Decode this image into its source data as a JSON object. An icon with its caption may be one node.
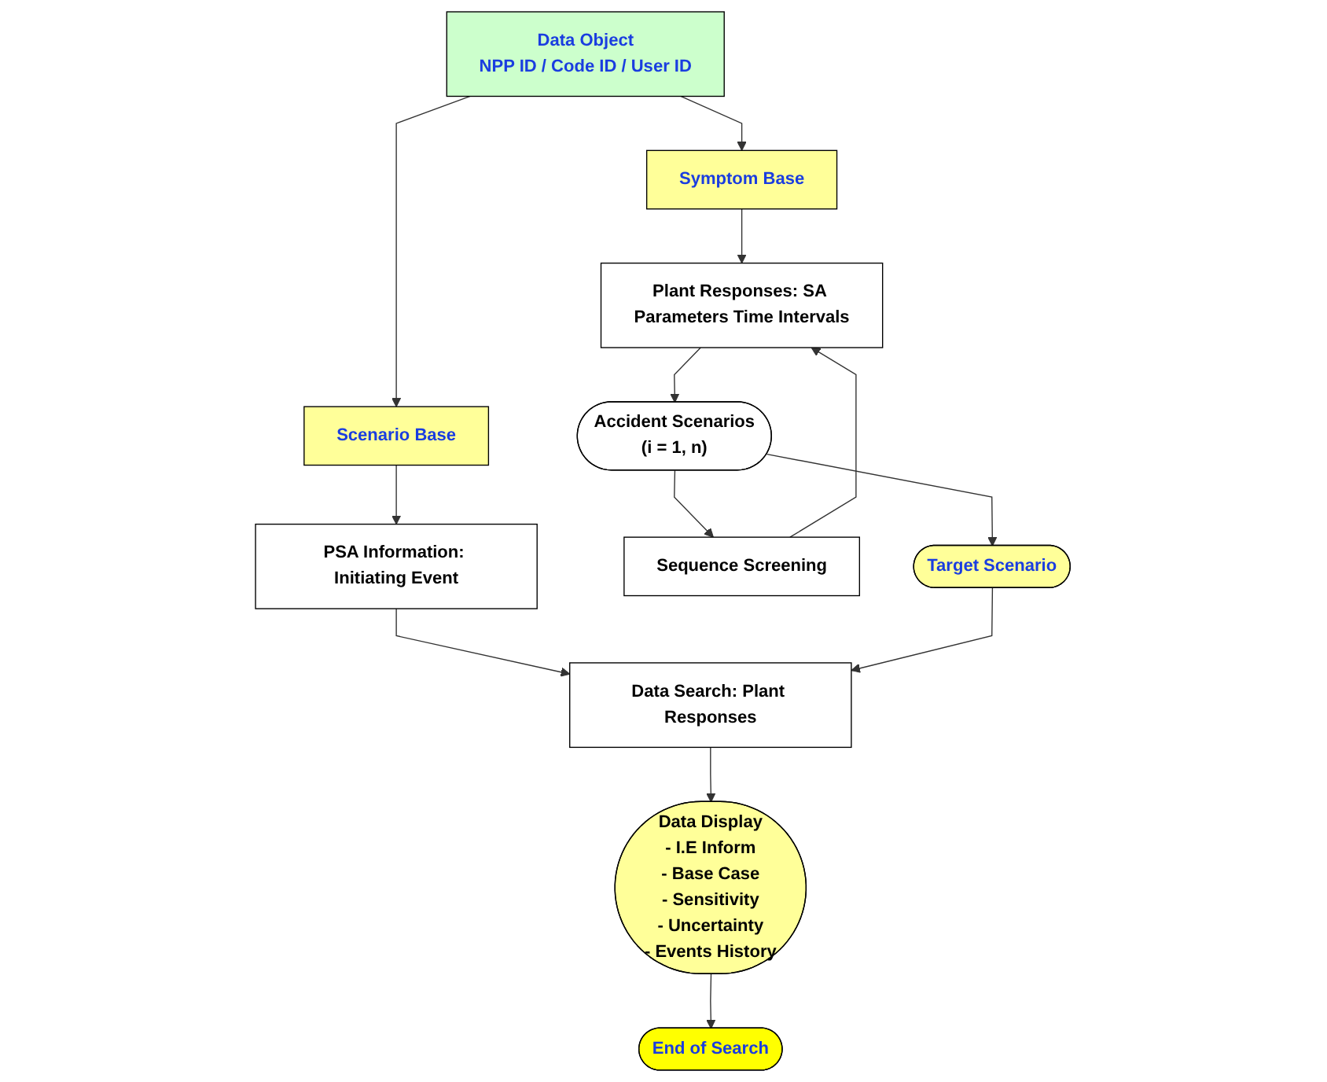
{
  "diagram": {
    "nodes": [
      {
        "text": [
          "Data Object",
          "NPP ID / Code ID / User ID"
        ]
      },
      {
        "text": [
          "Scenario Base"
        ]
      },
      {
        "text": [
          "Symptom Base"
        ]
      },
      {
        "text": [
          "PSA Information: Initiating Event"
        ]
      },
      {
        "text": [
          "Plant Responses: SA Parameters Time Intervals"
        ]
      },
      {
        "text": [
          "Sequence Screening"
        ]
      },
      {
        "text": [
          "Data Search: Plant Responses"
        ]
      },
      {
        "text": [
          "Accident Scenarios",
          "(i = 1, n)"
        ]
      },
      {
        "text": [
          "Data Display",
          "-   I.E Inform",
          "-   Base Case",
          "-   Sensitivity",
          "-   Uncertainty",
          "- Events History"
        ]
      },
      {
        "text": [
          "Target Scenario"
        ]
      },
      {
        "text": [
          "End of Search"
        ]
      }
    ],
    "edges": [
      {
        "from": 0,
        "to": 1,
        "arrow": "to"
      },
      {
        "from": 0,
        "to": 2,
        "arrow": "to"
      },
      {
        "from": 1,
        "to": 3,
        "arrow": "to"
      },
      {
        "from": 2,
        "to": 4,
        "arrow": "to"
      },
      {
        "from": 5,
        "to": 4,
        "arrow": "to"
      },
      {
        "from": 3,
        "to": 6,
        "arrow": "to"
      },
      {
        "from": 4,
        "to": 7,
        "arrow": "to"
      },
      {
        "from": 7,
        "to": 5,
        "arrow": "to"
      },
      {
        "from": 7,
        "to": 9,
        "arrow": "to"
      },
      {
        "from": 9,
        "to": 6,
        "arrow": "to"
      },
      {
        "from": 6,
        "to": 8,
        "arrow": "to"
      },
      {
        "from": 8,
        "to": 10,
        "arrow": "to"
      }
    ]
  }
}
